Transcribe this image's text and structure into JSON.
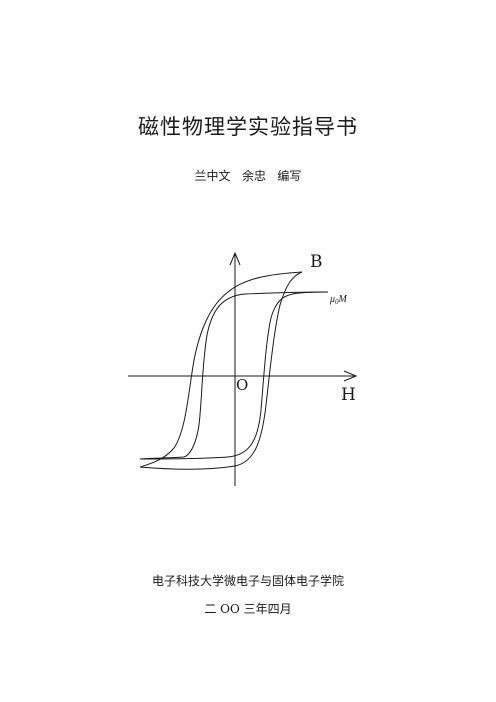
{
  "document": {
    "title": "磁性物理学实验指导书",
    "authors": "兰中文   余忠   编写",
    "institution": "电子科技大学微电子与固体电子学院",
    "date": "二 OO 三年四月"
  },
  "figure": {
    "label_b": "B",
    "label_h": "H",
    "label_o": "O",
    "label_mu0": "μ",
    "label_mu0_sub": "0",
    "label_m": "M"
  }
}
